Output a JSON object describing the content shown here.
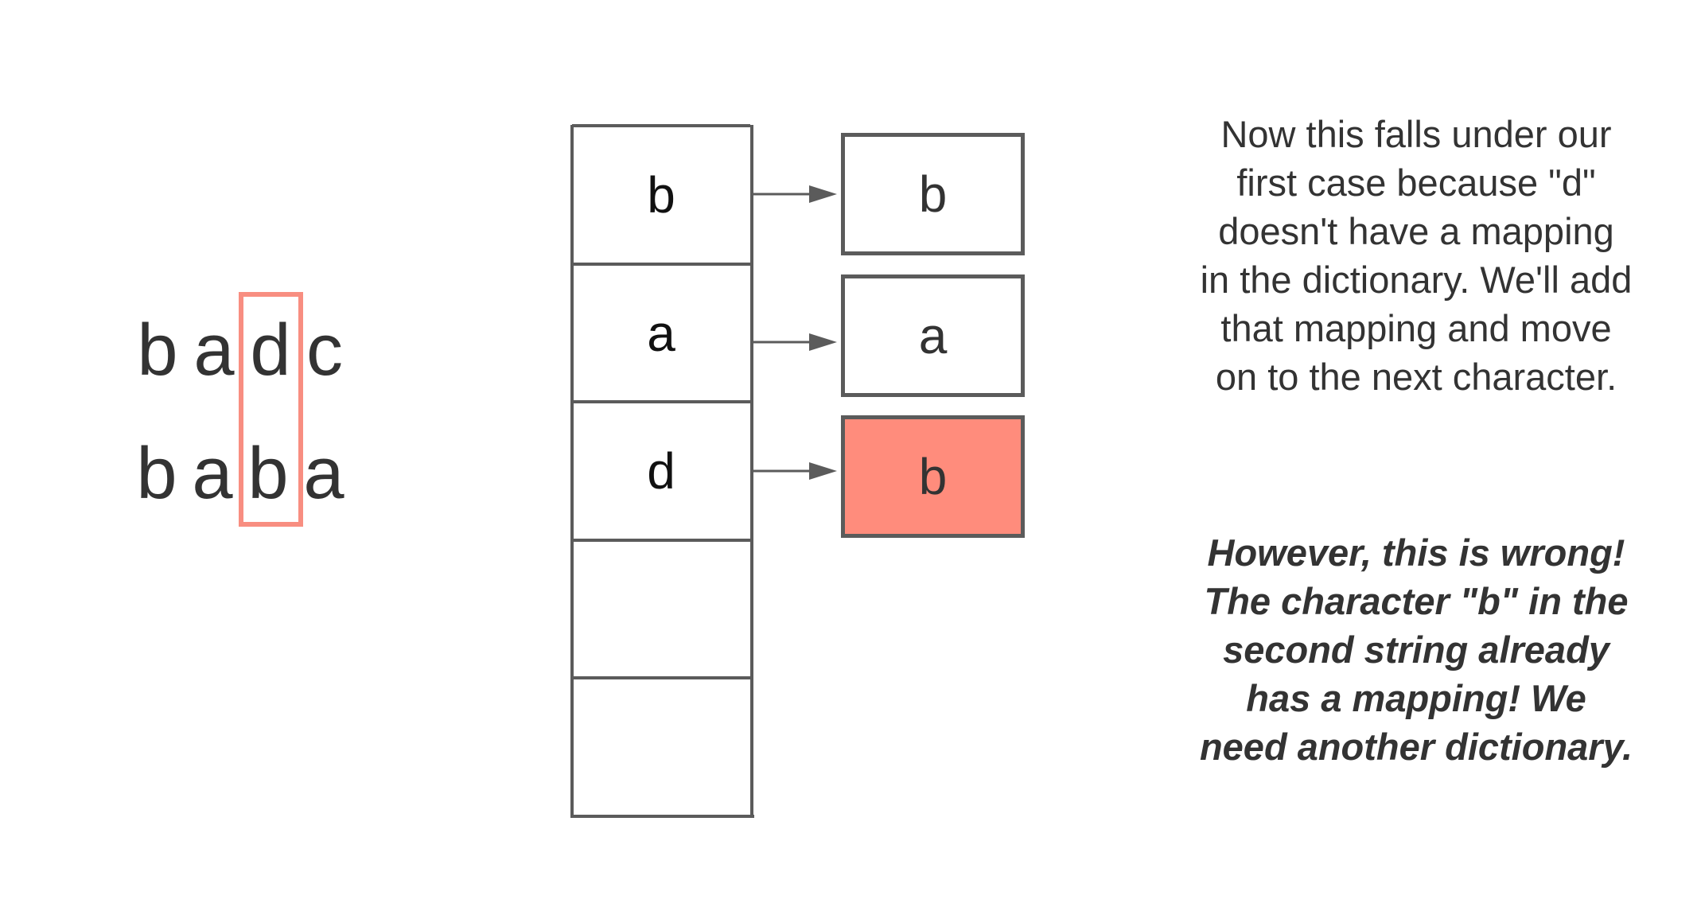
{
  "strings": {
    "first": [
      "b",
      "a",
      "d",
      "c"
    ],
    "second": [
      "b",
      "a",
      "b",
      "a"
    ]
  },
  "dictionary": {
    "keys": [
      "b",
      "a",
      "d",
      "",
      ""
    ],
    "values": [
      "b",
      "a",
      "b"
    ]
  },
  "colors": {
    "highlight_outline": "#f88e81",
    "highlight_fill": "#ff8c7c",
    "line": "#5b5b5b",
    "text": "#333333"
  },
  "explanation": {
    "main": "Now this falls under our\nfirst case because \"d\"\ndoesn't have a mapping\nin the dictionary. We'll add\nthat mapping and move\non to the next character.",
    "emphasis": "However, this is wrong!\nThe character \"b\" in the\nsecond string already\nhas a mapping! We\nneed another dictionary."
  }
}
